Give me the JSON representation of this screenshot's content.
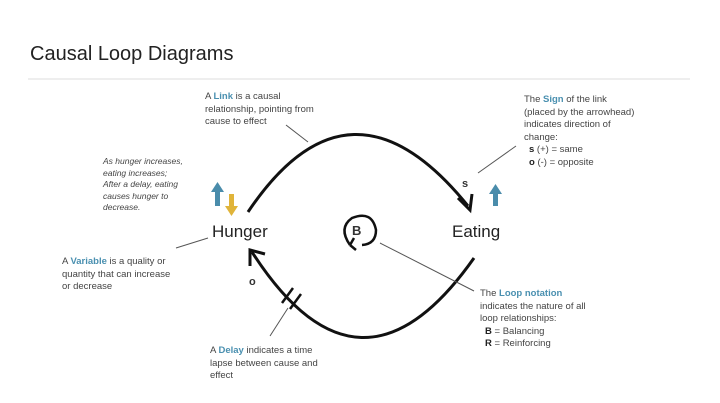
{
  "title": "Causal Loop Diagrams",
  "nodes": {
    "hunger": "Hunger",
    "eating": "Eating"
  },
  "signs": {
    "top": "s",
    "bottom": "o"
  },
  "loop_label": "B",
  "note": [
    "As hunger increases,",
    "eating increases;",
    "After a delay, eating",
    "causes hunger to",
    "decrease."
  ],
  "link": {
    "pre": "A ",
    "kw": "Link",
    "post": " is a causal",
    "l2": "relationship, pointing from",
    "l3": "cause to effect"
  },
  "sign": {
    "pre": "The ",
    "kw": "Sign",
    "post": " of the link",
    "l2": "(placed by the arrowhead)",
    "l3": "indicates direction of",
    "l4": "change:",
    "s_key": "s",
    "s_text": " (+) = same",
    "o_key": "o",
    "o_text": " (-) = opposite"
  },
  "variable": {
    "pre": "A ",
    "kw": "Variable",
    "post": " is a quality or",
    "l2": "quantity that can increase",
    "l3": "or decrease"
  },
  "delay": {
    "pre": "A ",
    "kw": "Delay",
    "post": " indicates a time",
    "l2": "lapse between cause and",
    "l3": "effect"
  },
  "loop": {
    "pre": "The ",
    "kw": "Loop notation",
    "l2": "indicates the nature of all",
    "l3": "loop relationships:",
    "b_key": "B",
    "b_text": " = Balancing",
    "r_key": "R",
    "r_text": " = Reinforcing"
  },
  "colors": {
    "accent": "#4a90b0",
    "blue_arrow": "#4a8cab",
    "yellow_arrow": "#e0b43a"
  }
}
